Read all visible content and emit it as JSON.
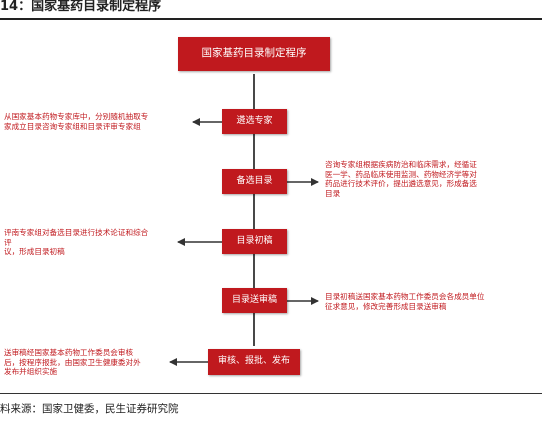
{
  "title": "14：国家基药目录制定程序",
  "source": "料来源：国家卫健委，民生证券研究院",
  "colors": {
    "accent": "#c0191e",
    "line": "#333333"
  },
  "flow": {
    "header": "国家基药目录制定程序",
    "steps": [
      "遴选专家",
      "备选目录",
      "目录初稿",
      "目录送审稿",
      "审核、报批、发布"
    ]
  },
  "notes": {
    "left_1": [
      "从国家基本药物专家库中，分别随机抽取专",
      "家成立目录咨询专家组和目录评审专家组"
    ],
    "right_1": [
      "咨询专家组根据疾病防治和临床需求，经循证",
      "医一学、药品临床使用监测、药物经济学等对",
      "药品进行技术评价，提出遴选意见，形成备选",
      "目录"
    ],
    "left_2": [
      "评南专家组对备选目录进行技术论证和综合",
      "评",
      "议，形成目录初稿"
    ],
    "right_2": [
      "目录初稿送国家基本药物工作委员会各成员单位",
      "征求意见，修改完善形成目录送审稿"
    ],
    "left_3": [
      "送审稿经国家基本药物工作委员会审核",
      "后，按程序报批，由国家卫生健康委对外",
      "发布并组织实施"
    ]
  }
}
